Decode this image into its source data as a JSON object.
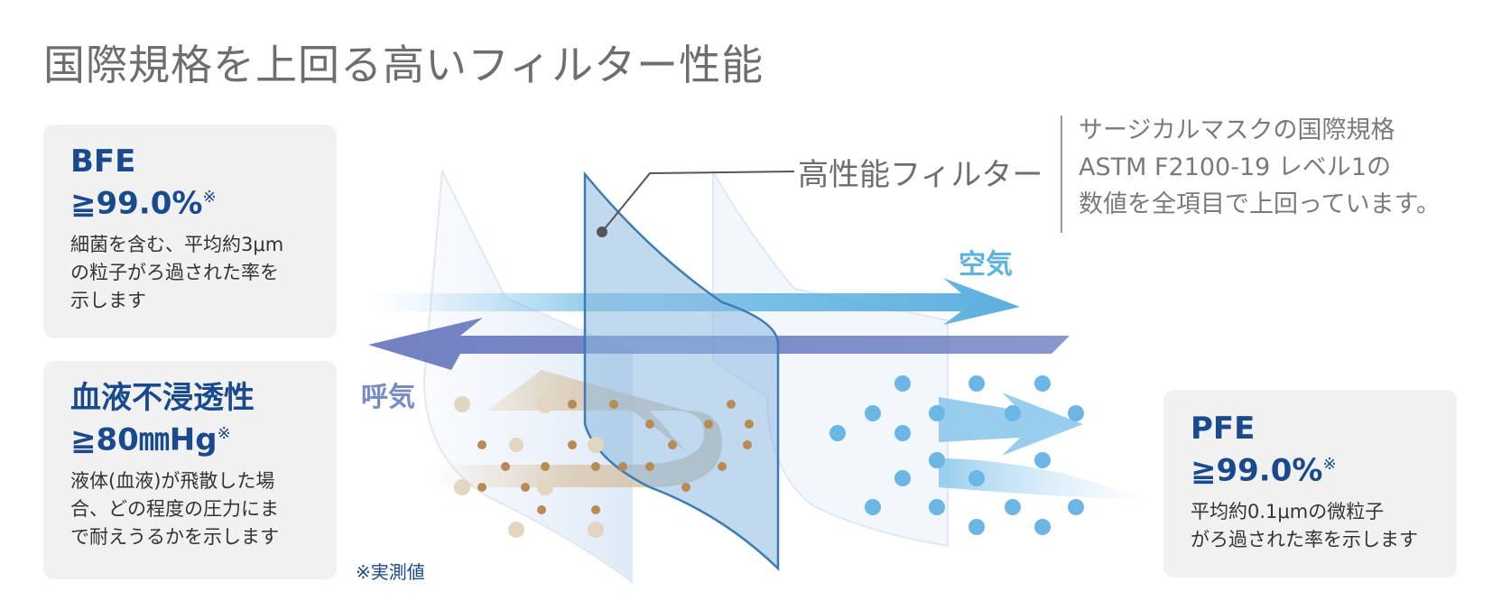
{
  "title": "国際規格を上回る高いフィルター性能",
  "cards": {
    "bfe": {
      "label": "BFE",
      "value": "≧99.0%",
      "note_mark": "※",
      "desc_lines": [
        "細菌を含む、平均約3μm",
        "の粒子がろ過された率を",
        "示します"
      ]
    },
    "blood": {
      "label": "血液不浸透性",
      "value": "≧80㎜Hg",
      "note_mark": "※",
      "desc_lines": [
        "液体(血液)が飛散した場",
        "合、どの程度の圧力にま",
        "で耐えうるかを示します"
      ]
    },
    "pfe": {
      "label": "PFE",
      "value": "≧99.0%",
      "note_mark": "※",
      "desc_lines": [
        "平均約0.1μmの微粒子",
        "がろ過された率を示します"
      ]
    }
  },
  "diagram": {
    "callout": "高性能フィルター",
    "air_label": "空気",
    "exhale_label": "呼気",
    "footnote": "※実測値"
  },
  "side_note": {
    "lines": [
      "サージカルマスクの国際規格",
      "ASTM F2100-19 レベル1の",
      "数値を全項目で上回っています。"
    ]
  },
  "colors": {
    "accent_blue": "#1a4a8e",
    "air_blue": "#5db4e0",
    "exhale_purple": "#6f7fc2",
    "card_bg": "#f1f1f1",
    "particle_brown": "#b88a55",
    "particle_blue": "#6cb6e6"
  }
}
